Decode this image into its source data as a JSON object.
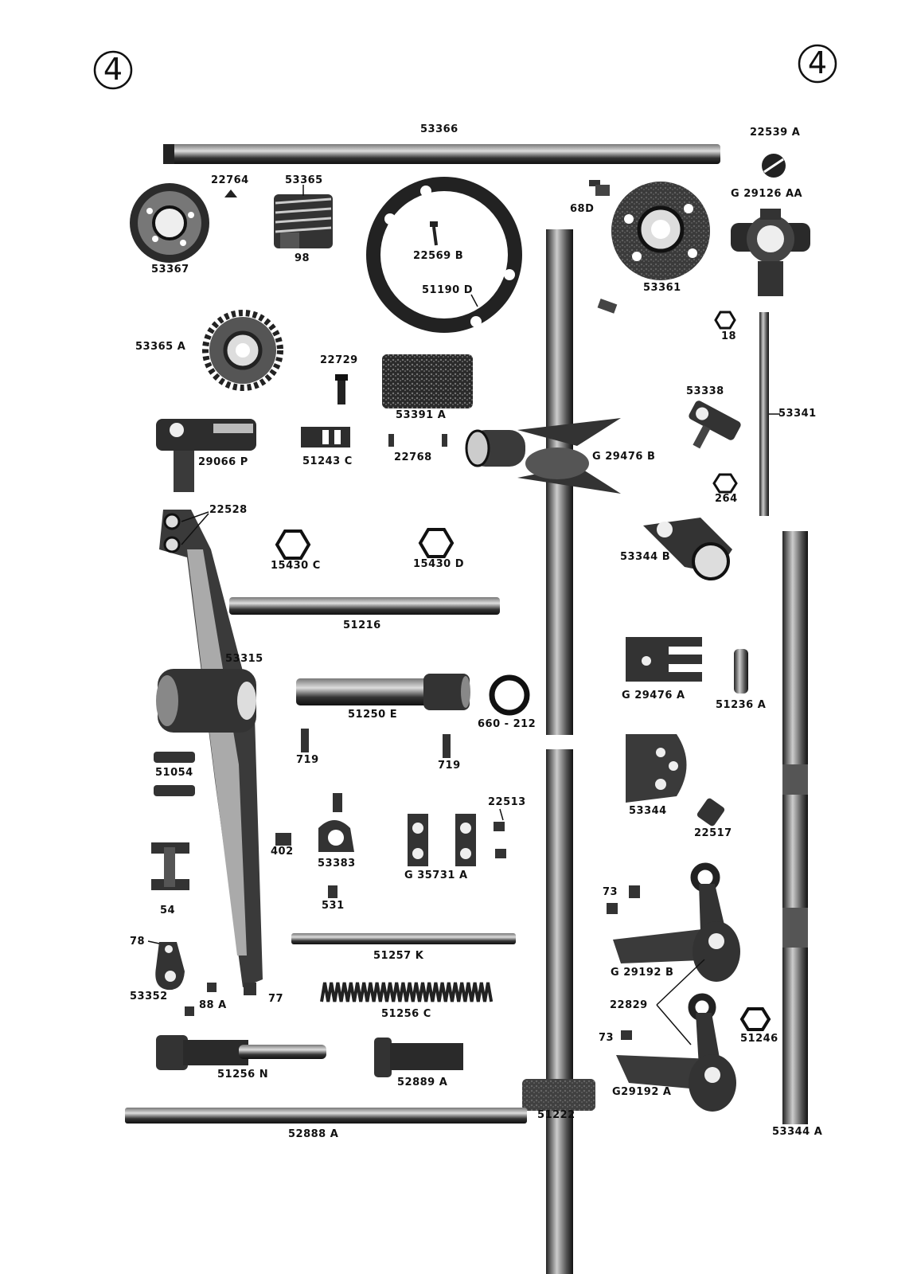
{
  "page_numbers": {
    "left": "4",
    "right": "4"
  },
  "labels": {
    "p53366": "53366",
    "p22539a": "22539 A",
    "p22764": "22764",
    "p53365": "53365",
    "p98": "98",
    "p53367": "53367",
    "p22569b": "22569 B",
    "p51190d": "51190 D",
    "p68d": "68D",
    "p53361": "53361",
    "pG29126aa": "G 29126 AA",
    "p18": "18",
    "p53365a": "53365 A",
    "p22729": "22729",
    "p53391a": "53391 A",
    "p53338": "53338",
    "p53341": "53341",
    "p29066p": "29066 P",
    "p51243c": "51243 C",
    "p22768": "22768",
    "pG29476b": "G 29476 B",
    "p264": "264",
    "p22528": "22528",
    "p15430c": "15430 C",
    "p15430d": "15430 D",
    "p53344b": "53344 B",
    "p51216": "51216",
    "p53315": "53315",
    "pG29476a": "G 29476 A",
    "p51236a": "51236 A",
    "p51250e": "51250 E",
    "p660_212": "660 - 212",
    "p719a": "719",
    "p719b": "719",
    "p51054": "51054",
    "p53344": "53344",
    "p22513": "22513",
    "p22517": "22517",
    "p402": "402",
    "p53383": "53383",
    "pG35731a": "G 35731 A",
    "p54": "54",
    "p531": "531",
    "p73a": "73",
    "p78": "78",
    "p51257k": "51257 K",
    "pG29192b": "G 29192 B",
    "p53352": "53352",
    "p88a": "88 A",
    "p77": "77",
    "p51256c": "51256 C",
    "p22829": "22829",
    "p73b": "73",
    "p51246": "51246",
    "p51256n": "51256 N",
    "p52889a": "52889 A",
    "pG29192a": "G29192 A",
    "p51222": "51222",
    "p52888a": "52888 A",
    "p53344a": "53344 A"
  }
}
